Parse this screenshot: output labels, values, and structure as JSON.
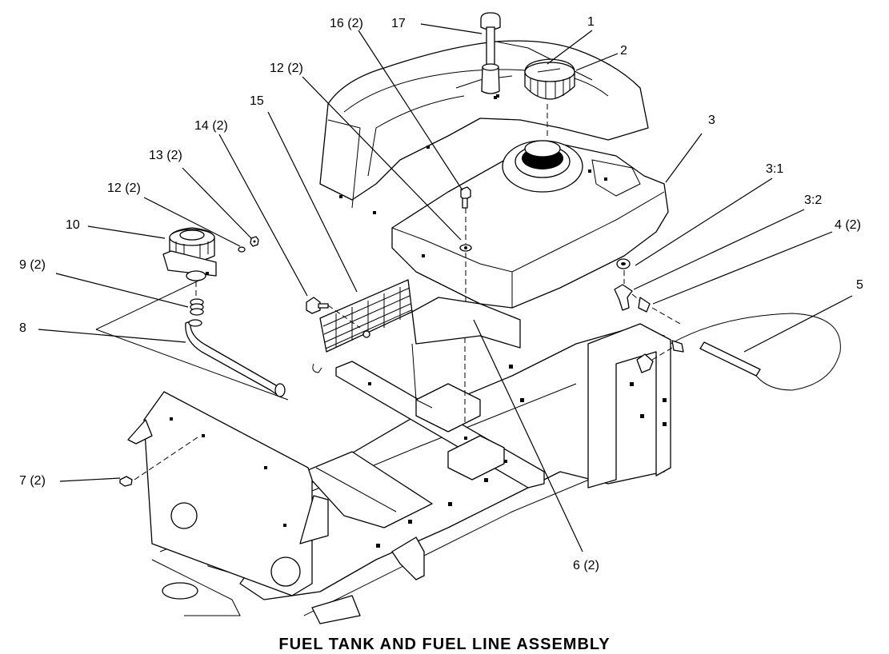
{
  "diagram": {
    "callouts": [
      {
        "id": "c1",
        "text": "1"
      },
      {
        "id": "c2",
        "text": "2"
      },
      {
        "id": "c3",
        "text": "3"
      },
      {
        "id": "c3-1",
        "text": "3:1"
      },
      {
        "id": "c3-2",
        "text": "3:2"
      },
      {
        "id": "c4",
        "text": "4 (2)"
      },
      {
        "id": "c5",
        "text": "5"
      },
      {
        "id": "c6",
        "text": "6 (2)"
      },
      {
        "id": "c7",
        "text": "7 (2)"
      },
      {
        "id": "c8",
        "text": "8"
      },
      {
        "id": "c9",
        "text": "9 (2)"
      },
      {
        "id": "c10",
        "text": "10"
      },
      {
        "id": "c12a",
        "text": "12 (2)"
      },
      {
        "id": "c12b",
        "text": "12 (2)"
      },
      {
        "id": "c13",
        "text": "13 (2)"
      },
      {
        "id": "c14",
        "text": "14 (2)"
      },
      {
        "id": "c15",
        "text": "15"
      },
      {
        "id": "c16",
        "text": "16 (2)"
      },
      {
        "id": "c17",
        "text": "17"
      }
    ],
    "caption": "FUEL TANK AND FUEL LINE ASSEMBLY"
  }
}
